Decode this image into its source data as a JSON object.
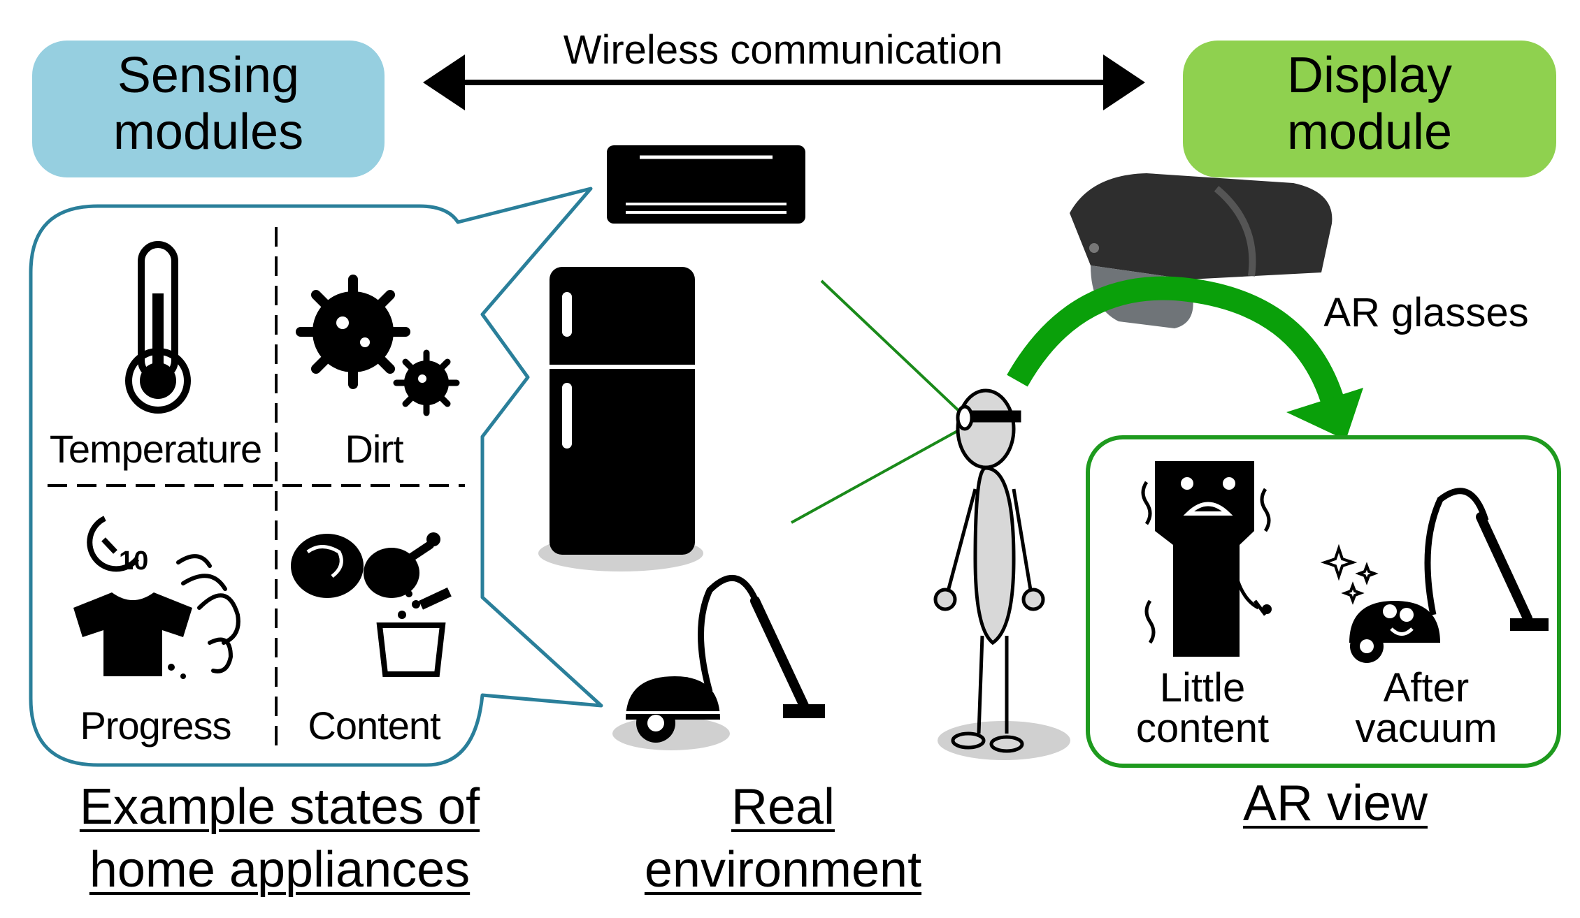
{
  "sensing": {
    "title": "Sensing\nmodules",
    "color": "#96cfe0"
  },
  "display": {
    "title": "Display\nmodule",
    "color": "#8fd14f"
  },
  "wireless_label": "Wireless communication",
  "ar_glasses_label": "AR glasses",
  "states": {
    "temperature": "Temperature",
    "dirt": "Dirt",
    "progress": "Progress",
    "content": "Content",
    "border_color": "#2a7f9a"
  },
  "ar_view": {
    "little_content": "Little\ncontent",
    "after_vacuum": "After\nvacuum",
    "border_color": "#1e9a1e"
  },
  "captions": {
    "states": "Example states of\nhome appliances",
    "real": "Real\nenvironment",
    "ar": "AR view"
  },
  "timer_number": "10",
  "gaze_line_color": "#1a8a1a",
  "arrow_color": "#0aa00a"
}
